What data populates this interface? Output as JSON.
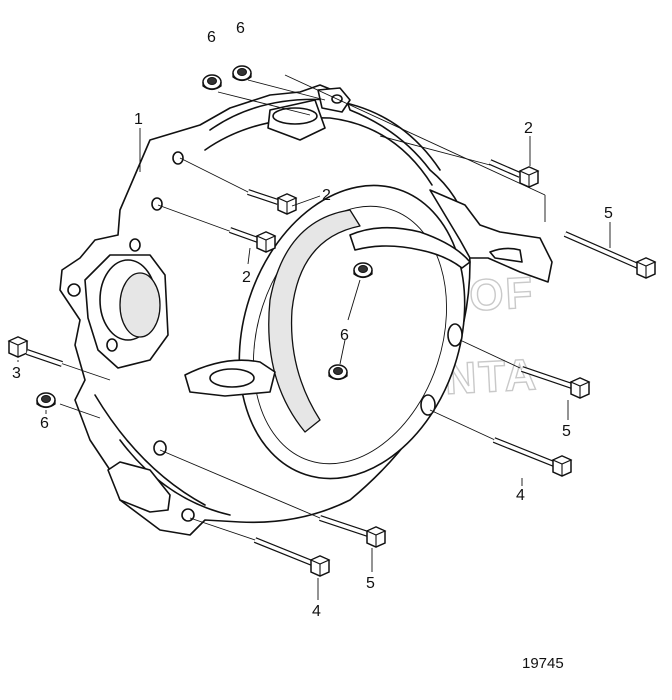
{
  "drawing": {
    "drawing_number": "19745",
    "watermark": [
      "PROPERTY OF",
      "VOLVO PENTA"
    ],
    "callouts": [
      "1",
      "2",
      "2",
      "2",
      "3",
      "4",
      "4",
      "5",
      "5",
      "5",
      "6",
      "6",
      "6",
      "6"
    ]
  }
}
